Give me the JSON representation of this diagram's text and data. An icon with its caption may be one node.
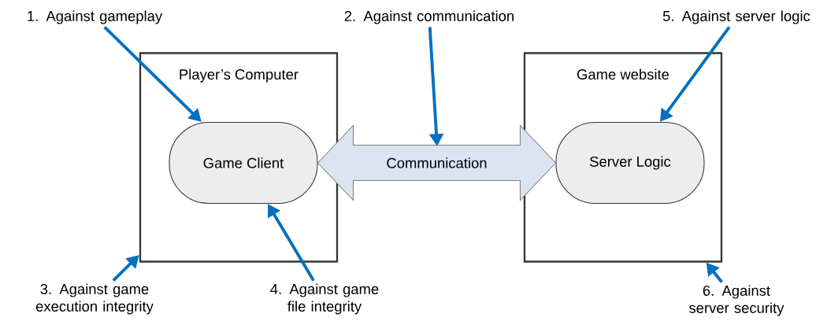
{
  "diagram": {
    "nodes": [
      {
        "text": [
          "Player’s Computer"
        ]
      },
      {
        "text": [
          "Game Client"
        ],
        "in": 0
      },
      {
        "text": [
          "Game website"
        ]
      },
      {
        "text": [
          "Server Logic"
        ],
        "in": 2
      },
      {
        "text": [
          "1. Against gameplay"
        ]
      },
      {
        "text": [
          "2. Against communication"
        ]
      },
      {
        "text": [
          "3. Against game execution integrity"
        ]
      },
      {
        "text": [
          "4. Against game file integrity"
        ]
      },
      {
        "text": [
          "5. Against server logic"
        ]
      },
      {
        "text": [
          "6. Against server security"
        ]
      }
    ],
    "edges": [
      {
        "from": 1,
        "to": 3,
        "arrow": "both",
        "label": "Communication",
        "style": "thick"
      },
      {
        "from": 4,
        "to": 1,
        "arrow": "to"
      },
      {
        "from": 5,
        "to": null,
        "arrow": "to"
      },
      {
        "from": 6,
        "to": 0,
        "arrow": "to"
      },
      {
        "from": 7,
        "to": 1,
        "arrow": "to"
      },
      {
        "from": 8,
        "to": 3,
        "arrow": "to"
      },
      {
        "from": 9,
        "to": 2,
        "arrow": "to"
      }
    ]
  }
}
